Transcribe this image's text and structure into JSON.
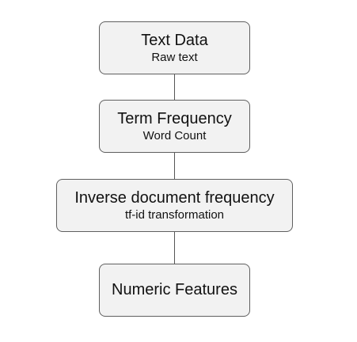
{
  "nodes": [
    {
      "title": "Text Data",
      "subtitle": "Raw text"
    },
    {
      "title": "Term Frequency",
      "subtitle": "Word Count"
    },
    {
      "title": "Inverse document frequency",
      "subtitle": "tf-id transformation"
    },
    {
      "title": "Numeric Features",
      "subtitle": ""
    }
  ]
}
